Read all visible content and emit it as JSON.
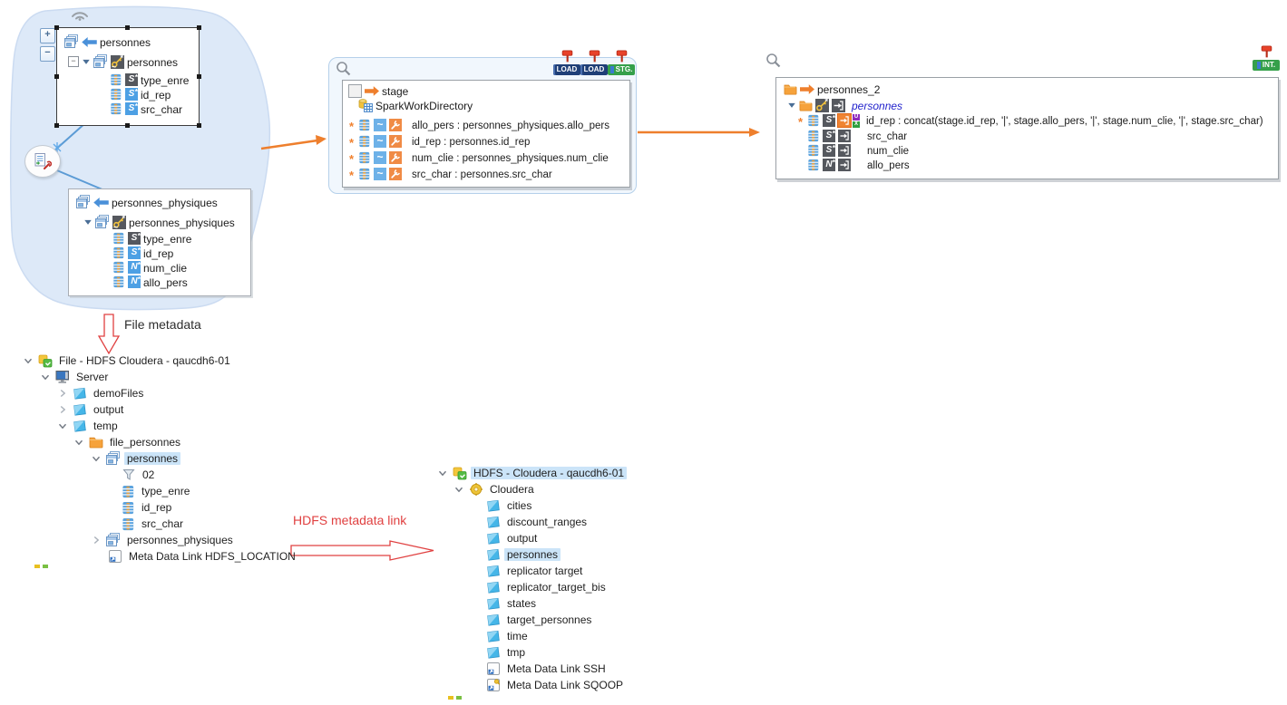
{
  "annotations": {
    "file_metadata_label": "File metadata",
    "hdfs_link_label": "HDFS metadata link"
  },
  "diagram": {
    "zoom_in_label": "+",
    "zoom_out_label": "−",
    "sources": {
      "personnes": {
        "ref_label": "personnes",
        "dataset_label": "personnes",
        "columns": [
          {
            "datatype": "S",
            "label": "type_enre"
          },
          {
            "datatype": "S",
            "label": "id_rep"
          },
          {
            "datatype": "S",
            "label": "src_char"
          }
        ]
      },
      "personnes_physiques": {
        "ref_label": "personnes_physiques",
        "dataset_label": "personnes_physiques",
        "columns": [
          {
            "datatype": "S",
            "label": "type_enre"
          },
          {
            "datatype": "S",
            "label": "id_rep"
          },
          {
            "datatype": "N",
            "label": "num_clie"
          },
          {
            "datatype": "N",
            "label": "allo_pers"
          }
        ]
      }
    },
    "stage": {
      "title": "stage",
      "work_directory": "SparkWorkDirectory",
      "badges": [
        "LOAD",
        "LOAD",
        "STG."
      ],
      "mappings": [
        "allo_pers : personnes_physiques.allo_pers",
        "id_rep : personnes.id_rep",
        "num_clie : personnes_physiques.num_clie",
        "src_char : personnes.src_char"
      ]
    },
    "target": {
      "title": "personnes_2",
      "badge": "INT.",
      "dataset_label": "personnes",
      "columns": [
        {
          "datatype": "S",
          "label": "id_rep : concat(stage.id_rep, '|', stage.allo_pers, '|', stage.num_clie, '|', stage.src_char)",
          "flags": [
            "U",
            "X"
          ]
        },
        {
          "datatype": "S",
          "label": "src_char"
        },
        {
          "datatype": "S",
          "label": "num_clie"
        },
        {
          "datatype": "N",
          "label": "allo_pers"
        }
      ]
    }
  },
  "file_tree": {
    "items": [
      {
        "label": "File - HDFS Cloudera - qaucdh6-01"
      },
      {
        "label": "Server"
      },
      {
        "label": "demoFiles"
      },
      {
        "label": "output"
      },
      {
        "label": "temp"
      },
      {
        "label": "file_personnes"
      },
      {
        "label": "personnes",
        "selected": true
      },
      {
        "label": "02"
      },
      {
        "label": "type_enre"
      },
      {
        "label": "id_rep"
      },
      {
        "label": "src_char"
      },
      {
        "label": "personnes_physiques"
      },
      {
        "label": "Meta Data Link HDFS_LOCATION"
      }
    ]
  },
  "hdfs_tree": {
    "items": [
      {
        "label": "HDFS - Cloudera - qaucdh6-01",
        "selected": true
      },
      {
        "label": "Cloudera"
      },
      {
        "label": "cities"
      },
      {
        "label": "discount_ranges"
      },
      {
        "label": "output"
      },
      {
        "label": "personnes",
        "selected": true
      },
      {
        "label": "replicator target"
      },
      {
        "label": "replicator_target_bis"
      },
      {
        "label": "states"
      },
      {
        "label": "target_personnes"
      },
      {
        "label": "time"
      },
      {
        "label": "tmp"
      },
      {
        "label": "Meta Data Link SSH"
      },
      {
        "label": "Meta Data Link SQOOP"
      }
    ]
  },
  "colors": {
    "accent_orange": "#ee7f2d",
    "link_blue": "#5b9bd5",
    "annotation_red": "#e04040",
    "selection_blue": "#cbe4f8",
    "badge_navy": "#1f3f77",
    "badge_green": "#35a04a"
  }
}
